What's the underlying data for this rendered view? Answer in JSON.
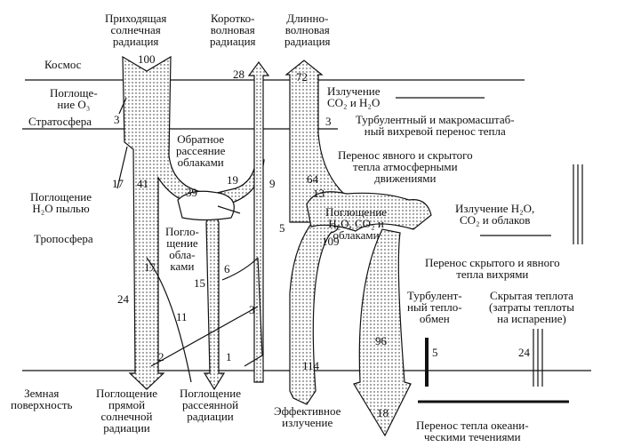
{
  "headers": {
    "incoming": "Приходящая\nсолнечная\nрадиация",
    "shortwave": "Коротко-\nволновая\nрадиация",
    "longwave": "Длинно-\nволновая\nрадиация"
  },
  "layers": {
    "space": "Космос",
    "stratosphere": "Стратосфера",
    "troposphere": "Тропосфера",
    "surface": "Земная\nповерхность"
  },
  "labels": {
    "ozone_absorption": "Поглоще-\nние O₃",
    "dust_absorption": "Поглощение\nH₂O пылью",
    "cloud_backscatter": "Обратное\nрассеяние\nоблаками",
    "cloud_absorption": "Поглo-\nщение\nобла-\nками",
    "gas_cloud_absorption": "Поглощение\nH₂O, CO₂ и\nоблаками",
    "co2_h2o_emission": "Излучение\nCO₂ и H₂O",
    "turbulent_macro": "Турбулентный и макромасштаб-\nный вихревой перенос тепла",
    "atm_motion_transfer": "Перенос явного и скрытого\nтепла атмосферными\nдвижениями",
    "h2o_co2_cloud_emission": "Излучение H₂O,\nCO₂ и облаков",
    "eddy_transfer": "Перенос скрытого и явного\nтепла вихрями",
    "turbulent_exchange": "Турбулент-\nный тепло-\nобмен",
    "latent_heat": "Скрытая теплота\n(затраты теплоты\nна испарение)",
    "direct_absorption": "Поглощение\nпрямой\nсолнечной\nрадиации",
    "diffuse_absorption": "Поглощение\nрассеянной\nрадиации",
    "effective_emission": "Эффективное\nизлучение",
    "ocean_transfer": "Перенос тепла океани-\nческими течениями"
  },
  "values": {
    "incoming": "100",
    "shortwave_out": "28",
    "longwave_out": "72",
    "ozone": "3",
    "co2_strat": "3",
    "dust": "17",
    "direct_down": "41",
    "backscatter": "19",
    "scatter": "39",
    "nine": "9",
    "sixtyfour": "64",
    "thirteen": "13",
    "five_left": "5",
    "hundrednine": "109",
    "seventeen_b": "17",
    "fifteen": "15",
    "six": "6",
    "twentyfour_left": "24",
    "eleven": "11",
    "three_b": "3",
    "two": "2",
    "one": "1",
    "surface_emission": "114",
    "back_radiation": "96",
    "net": "18",
    "turbulent": "5",
    "latent": "24"
  }
}
